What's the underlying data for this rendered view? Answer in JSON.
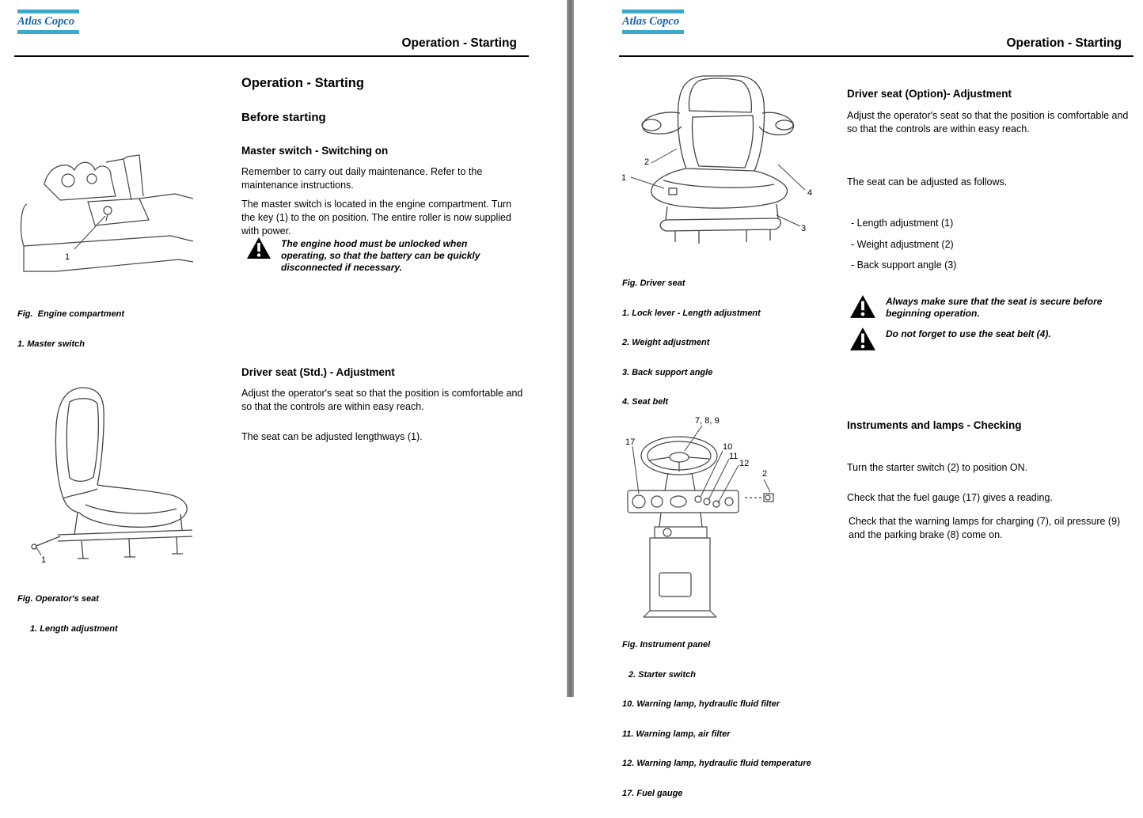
{
  "logo_text": "Atlas Copco",
  "colors": {
    "accent_teal": "#3fa9c9",
    "logo_blue": "#1a66a8"
  },
  "left_page": {
    "header": "Operation - Starting",
    "title": "Operation - Starting",
    "subtitle": "Before starting",
    "master_switch": {
      "heading": "Master switch - Switching on",
      "para1": "Remember to carry out daily maintenance. Refer to the maintenance instructions.",
      "para2": "The master switch is located in the engine compartment. Turn the key (1) to the on position. The entire roller is now supplied with power.",
      "warning": "The engine hood must be unlocked when operating, so that the battery can be quickly disconnected if necessary."
    },
    "fig_engine": {
      "label_1": "1",
      "caption": "Fig.  Engine compartment",
      "item_1": "1. Master switch"
    },
    "driver_seat_std": {
      "heading": "Driver seat (Std.) - Adjustment",
      "para1": "Adjust the operator's seat so that the position is comfortable and so that the controls are within easy reach.",
      "para2": "The seat can be adjusted lengthways (1)."
    },
    "fig_operator_seat": {
      "label_1": "1",
      "caption": "Fig. Operator's seat",
      "item_1": "1. Length adjustment"
    }
  },
  "right_page": {
    "header": "Operation - Starting",
    "fig_driver_seat": {
      "label_1": "1",
      "label_2": "2",
      "label_3": "3",
      "label_4": "4",
      "caption": "Fig. Driver seat",
      "items": [
        "1. Lock lever - Length adjustment",
        "2. Weight adjustment",
        "3. Back support angle",
        "4. Seat belt"
      ]
    },
    "driver_seat_option": {
      "heading": "Driver seat (Option)- Adjustment",
      "para1": "Adjust the operator's seat so that the position is comfortable and so that the controls are within easy reach.",
      "para2": "The seat can be adjusted as follows.",
      "adjustments": [
        "- Length adjustment (1)",
        "- Weight adjustment (2)",
        "- Back support angle (3)"
      ],
      "warning1": "Always make sure that the seat is secure before beginning operation.",
      "warning2": "Do not forget to use the seat belt (4)."
    },
    "instruments": {
      "heading": "Instruments and lamps - Checking",
      "para1": "Turn the starter switch (2) to position ON.",
      "para2": "Check that the fuel gauge (17) gives a reading.",
      "para3": "Check that the warning lamps for charging (7), oil pressure (9) and the parking brake (8) come on."
    },
    "fig_instrument_panel": {
      "label_789": "7, 8, 9",
      "label_17": "17",
      "label_10": "10",
      "label_11": "11",
      "label_12": "12",
      "label_2": "2",
      "caption": "Fig. Instrument panel",
      "items": [
        "2. Starter switch",
        "10. Warning lamp, hydraulic fluid filter",
        "11. Warning lamp, air filter",
        "12. Warning lamp, hydraulic fluid temperature",
        "17. Fuel gauge"
      ]
    }
  }
}
